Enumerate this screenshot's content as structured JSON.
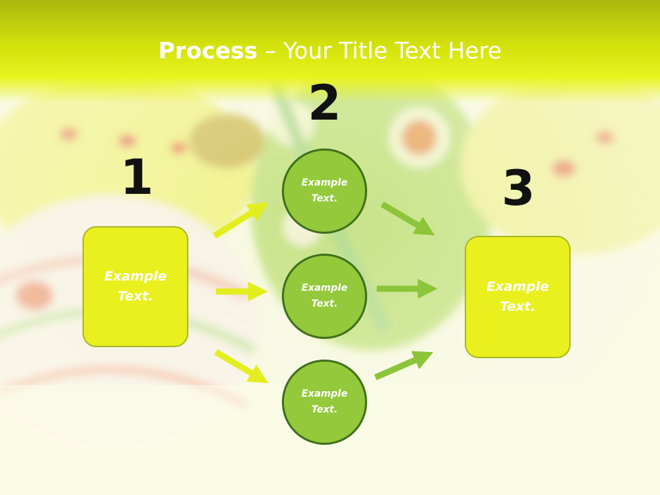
{
  "slide": {
    "title_bold": "Process",
    "title_rest": " – Your Title Text Here"
  },
  "steps": [
    {
      "number": "1",
      "text": "Example Text."
    },
    {
      "number": "2",
      "text": "Example Text."
    },
    {
      "number": "3",
      "text": "Example Text."
    }
  ],
  "middle_nodes": [
    {
      "text": "Example Text."
    },
    {
      "text": "Example Text."
    },
    {
      "text": "Example Text."
    }
  ],
  "colors": {
    "title_bar": "#d4e20c",
    "box_fill": "#e9f01e",
    "circle_fill": "#93c93a",
    "circle_border": "#3f6f1b",
    "arrow_yellow": "#e3ee1e",
    "arrow_green": "#8cc43a"
  },
  "background": "easter-eggs-photo"
}
